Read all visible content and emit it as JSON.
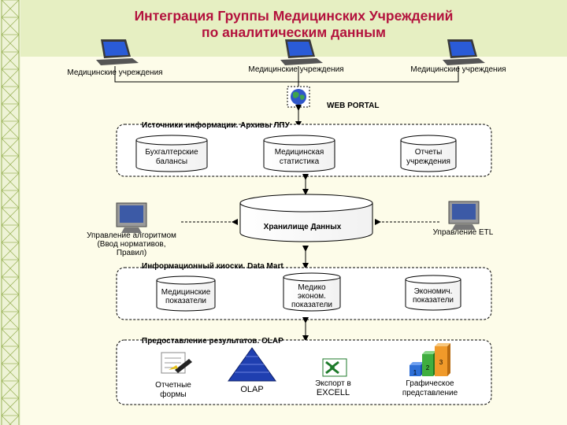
{
  "title": {
    "line1": "Интеграция Группы Медицинских Учреждений",
    "line2": "по аналитическим данным"
  },
  "institutions": [
    "Медицинские учреждения",
    "Медицинские учреждения",
    "Медицинские учреждения"
  ],
  "portal": "WEB PORTAL",
  "sources": {
    "title": "Источники информации. Архивы ЛПУ",
    "items": [
      [
        "Бухгалтерские",
        "балансы"
      ],
      [
        "Медицинская",
        "статистика"
      ],
      [
        "Отчеты",
        "учреждения"
      ]
    ]
  },
  "warehouse": "Хранилище Данных",
  "algorithm": [
    "Управление алгоритмом",
    "(Ввод нормативов,",
    "Правил)"
  ],
  "etl": "Управление ETL",
  "datamart": {
    "title": "Информационный киоски. Data Mart",
    "items": [
      [
        "Медицинские",
        "показатели"
      ],
      [
        "Медико",
        "эконом.",
        "показатели"
      ],
      [
        "Экономич.",
        "показатели"
      ]
    ]
  },
  "results": {
    "title": "Предоставление результатов. OLAP",
    "items": [
      [
        "Отчетные",
        "формы"
      ],
      [
        "OLAP"
      ],
      [
        "Экспорт в",
        "EXCELL"
      ],
      [
        "Графическое",
        "представление"
      ]
    ],
    "chart_digits": [
      "1",
      "2",
      "3"
    ]
  },
  "colors": {
    "title": "#b3123d",
    "header_band": "#e6efc2",
    "background": "#fdfce9",
    "excel_green": "#1d7a2a",
    "olap_blue": "#1f3fb0"
  }
}
